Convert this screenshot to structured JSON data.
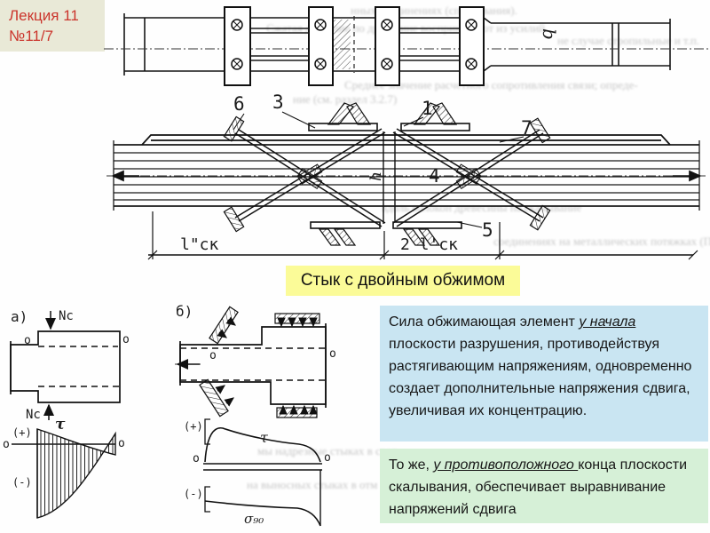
{
  "header": {
    "line1": "Лекция 11",
    "line2": "№11/7",
    "bg": "#e9e9d7",
    "color": "#cb352c"
  },
  "caption": {
    "text": "Стык с двойным обжимом",
    "bg": "#fbfb98"
  },
  "info_boxes": {
    "compression": {
      "bg": "#c9e5f2",
      "runs": [
        {
          "t": "Сила обжимающая элемент "
        },
        {
          "t": "у начала",
          "em": true
        },
        {
          "t": " плоскости разрушения, противодействуя растягивающим напряжениям, одновременно создает дополнительные напряжения сдвига, увеличивая их концентрацию."
        }
      ]
    },
    "equalizing": {
      "bg": "#d6f0d7",
      "runs": [
        {
          "t": "То же, "
        },
        {
          "t": "у противоположного ",
          "em": true
        },
        {
          "t": "конца плоскости скалывания, обеспечивает выравнивание напряжений сдвига"
        }
      ]
    }
  },
  "fig_top": {
    "b": "b"
  },
  "fig_mid": {
    "n1": "1",
    "n3": "3",
    "n4": "4",
    "n5": "5",
    "n6": "6",
    "n7": "7",
    "h": "h",
    "dim_left": "l\"ск",
    "dim_right": "2 l'ск"
  },
  "fig_a": {
    "label": "а)",
    "nc": "Nc",
    "o": "o",
    "plus": "(+)",
    "minus": "(-)",
    "tau": "τ"
  },
  "fig_b": {
    "label": "б)",
    "o": "o",
    "plus": "(+)",
    "minus": "(-)",
    "tau": "τ",
    "sigma": "σ₉₀"
  },
  "background_fragments": [
    "нных соединениях (сплачивания).",
    "Сжатая давление по древесине воспринимают из усилий",
    "Среднее значение расчетного сопротивления связи; опреде-",
    "ние (см. раздел 3.2.7)",
    "соединениях на металлических потяжках (ПС) пр",
    "не случае стропильные и т.п.",
    "вдоль волокон древесины на скалывание",
    "мы надрезные стыках в сред",
    "на выносных стыках в отм"
  ]
}
